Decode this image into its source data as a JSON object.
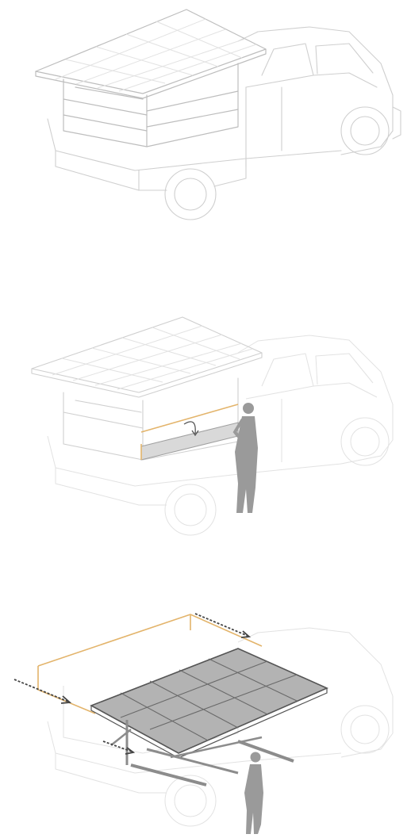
{
  "diagram": {
    "steps": [
      {
        "state": "closed"
      },
      {
        "state": "side-panel-opening"
      },
      {
        "state": "solar-array-extended"
      }
    ]
  },
  "colors": {
    "line": "#cfcfcf",
    "frame": "#8c8c8c",
    "highlight": "#e3b46b",
    "figure": "#9a9a9a",
    "panel_fill": "#a6a6a6",
    "arrow": "#444444"
  }
}
